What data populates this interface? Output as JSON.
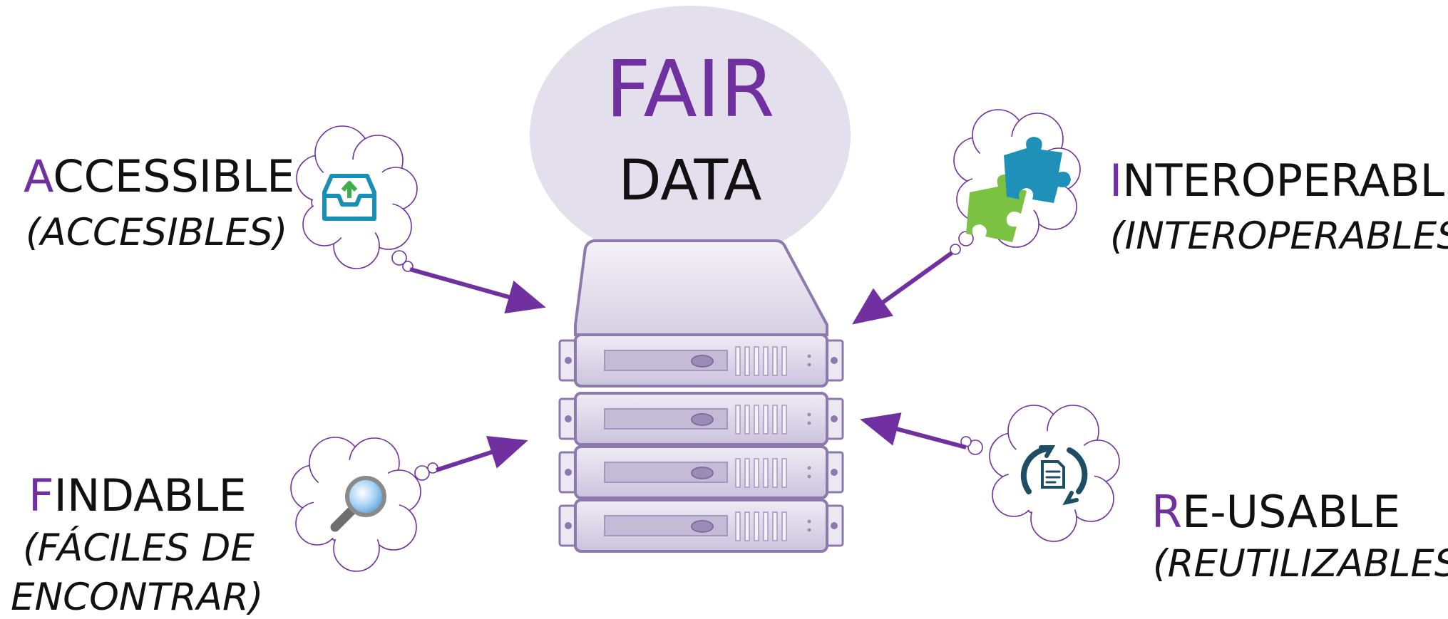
{
  "colors": {
    "accent": "#7030a0",
    "bubble": "#e3dfec",
    "text": "#111111"
  },
  "header": {
    "title": "FAIR",
    "subtitle": "DATA"
  },
  "principles": {
    "accessible": {
      "initial": "A",
      "rest": "CCESSIBLE",
      "translation": "(ACCESIBLES)",
      "icon": "inbox-upload-icon"
    },
    "interoperable": {
      "initial": "I",
      "rest": "NTEROPERABLE",
      "translation": "(INTEROPERABLES)",
      "icon": "puzzle-pieces-icon"
    },
    "findable": {
      "initial": "F",
      "rest": "INDABLE",
      "translation_line1": "(FÁCILES DE",
      "translation_line2": "ENCONTRAR)",
      "icon": "magnifier-icon"
    },
    "reusable": {
      "initial": "R",
      "rest": "E-USABLE",
      "translation": "(REUTILIZABLES)",
      "icon": "document-refresh-icon"
    }
  },
  "server": {
    "icon": "server-rack-icon"
  }
}
